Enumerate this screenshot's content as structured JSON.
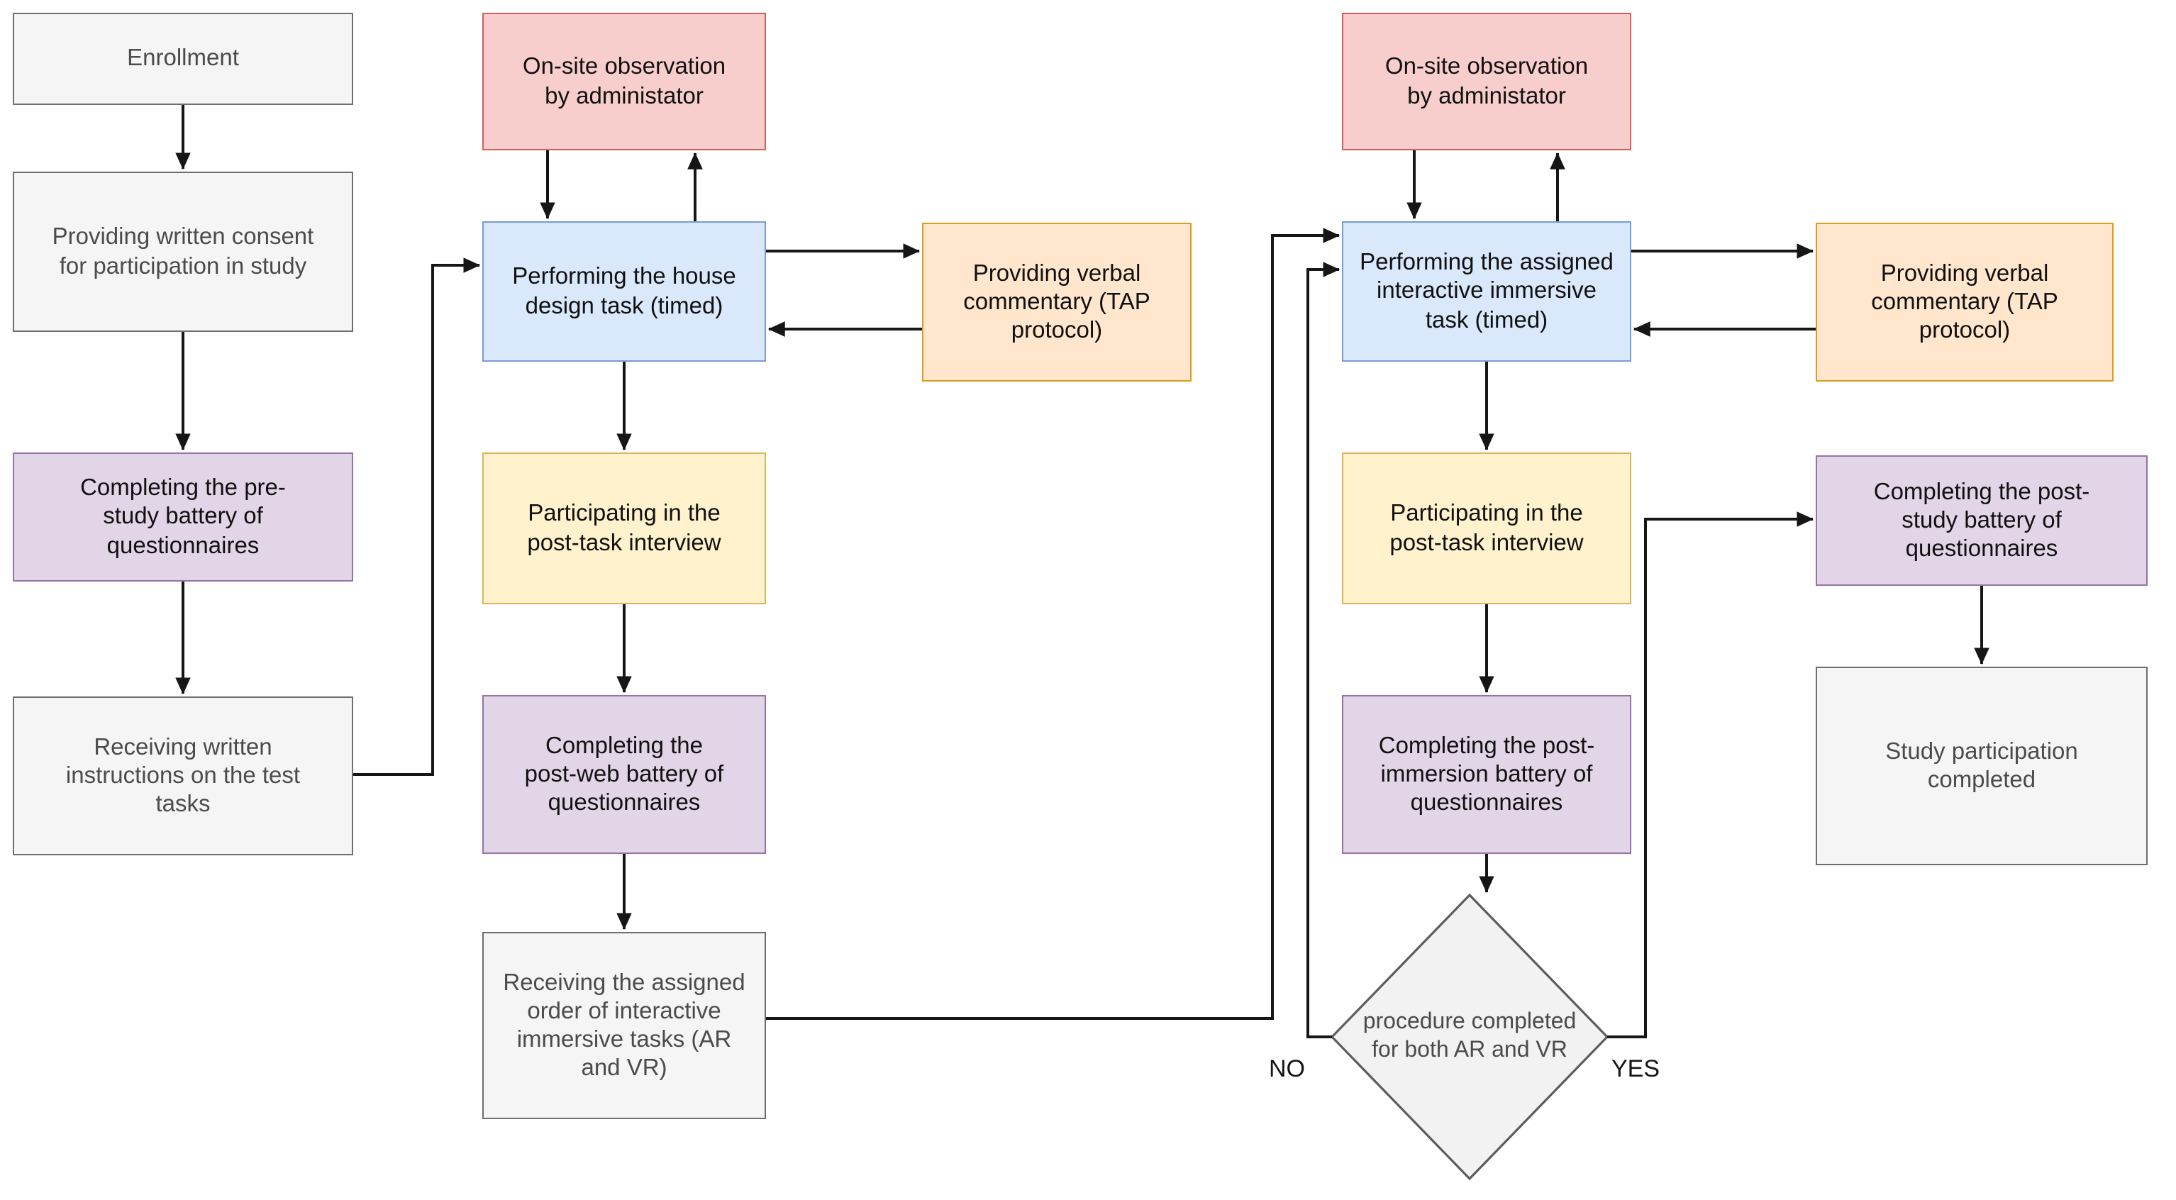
{
  "diagram": {
    "type": "flowchart",
    "background": "#ffffff",
    "colors": {
      "gray_fill": "#f5f5f5",
      "gray_stroke": "#6e6e6e",
      "red_fill": "#f8cecc",
      "red_stroke": "#d45f5c",
      "blue_fill": "#dae8fc",
      "blue_stroke": "#7a9bd1",
      "orange_fill": "#ffe6cc",
      "orange_stroke": "#dd9d1c",
      "yellow_fill": "#fff2cc",
      "yellow_stroke": "#d6b656",
      "purple_fill": "#e1d5e7",
      "purple_stroke": "#9673a6",
      "decision_fill": "#f2f2f2",
      "decision_stroke": "#5c5c5c",
      "connector": "#161616"
    },
    "nodes": {
      "enrollment": {
        "label": "Enrollment",
        "kind": "process-gray"
      },
      "consent": {
        "label": "Providing written consent for participation in study",
        "kind": "process-gray"
      },
      "prestudy": {
        "label": "Completing the pre-study battery of questionnaires",
        "kind": "process-purple"
      },
      "recv_instructions": {
        "label": "Receiving written instructions on the test tasks",
        "kind": "process-gray"
      },
      "observe1": {
        "label": "On-site observation by administator",
        "kind": "process-red"
      },
      "house_task": {
        "label": "Performing the house design task (timed)",
        "kind": "process-blue"
      },
      "tap1": {
        "label": "Providing verbal commentary (TAP protocol)",
        "kind": "process-orange"
      },
      "interview1": {
        "label": "Participating in the post-task interview",
        "kind": "process-yellow"
      },
      "postweb": {
        "label": "Completing the post-web battery of questionnaires",
        "kind": "process-purple"
      },
      "recv_order": {
        "label": "Receiving the assigned order of interactive immersive tasks (AR and VR)",
        "kind": "process-gray"
      },
      "observe2": {
        "label": "On-site observation by administator",
        "kind": "process-red"
      },
      "immersive_task": {
        "label": "Performing the assigned interactive immersive task (timed)",
        "kind": "process-blue"
      },
      "tap2": {
        "label": "Providing verbal commentary (TAP protocol)",
        "kind": "process-orange"
      },
      "interview2": {
        "label": "Participating in the post-task interview",
        "kind": "process-yellow"
      },
      "postimmersion": {
        "label": "Completing the post-immersion battery of questionnaires",
        "kind": "process-purple"
      },
      "decision": {
        "label": "procedure completed for both AR and VR",
        "kind": "decision"
      },
      "poststudy": {
        "label": "Completing the post-study battery of questionnaires",
        "kind": "process-purple"
      },
      "done": {
        "label": "Study participation completed",
        "kind": "process-gray"
      }
    },
    "edge_labels": {
      "no": "NO",
      "yes": "YES"
    }
  }
}
